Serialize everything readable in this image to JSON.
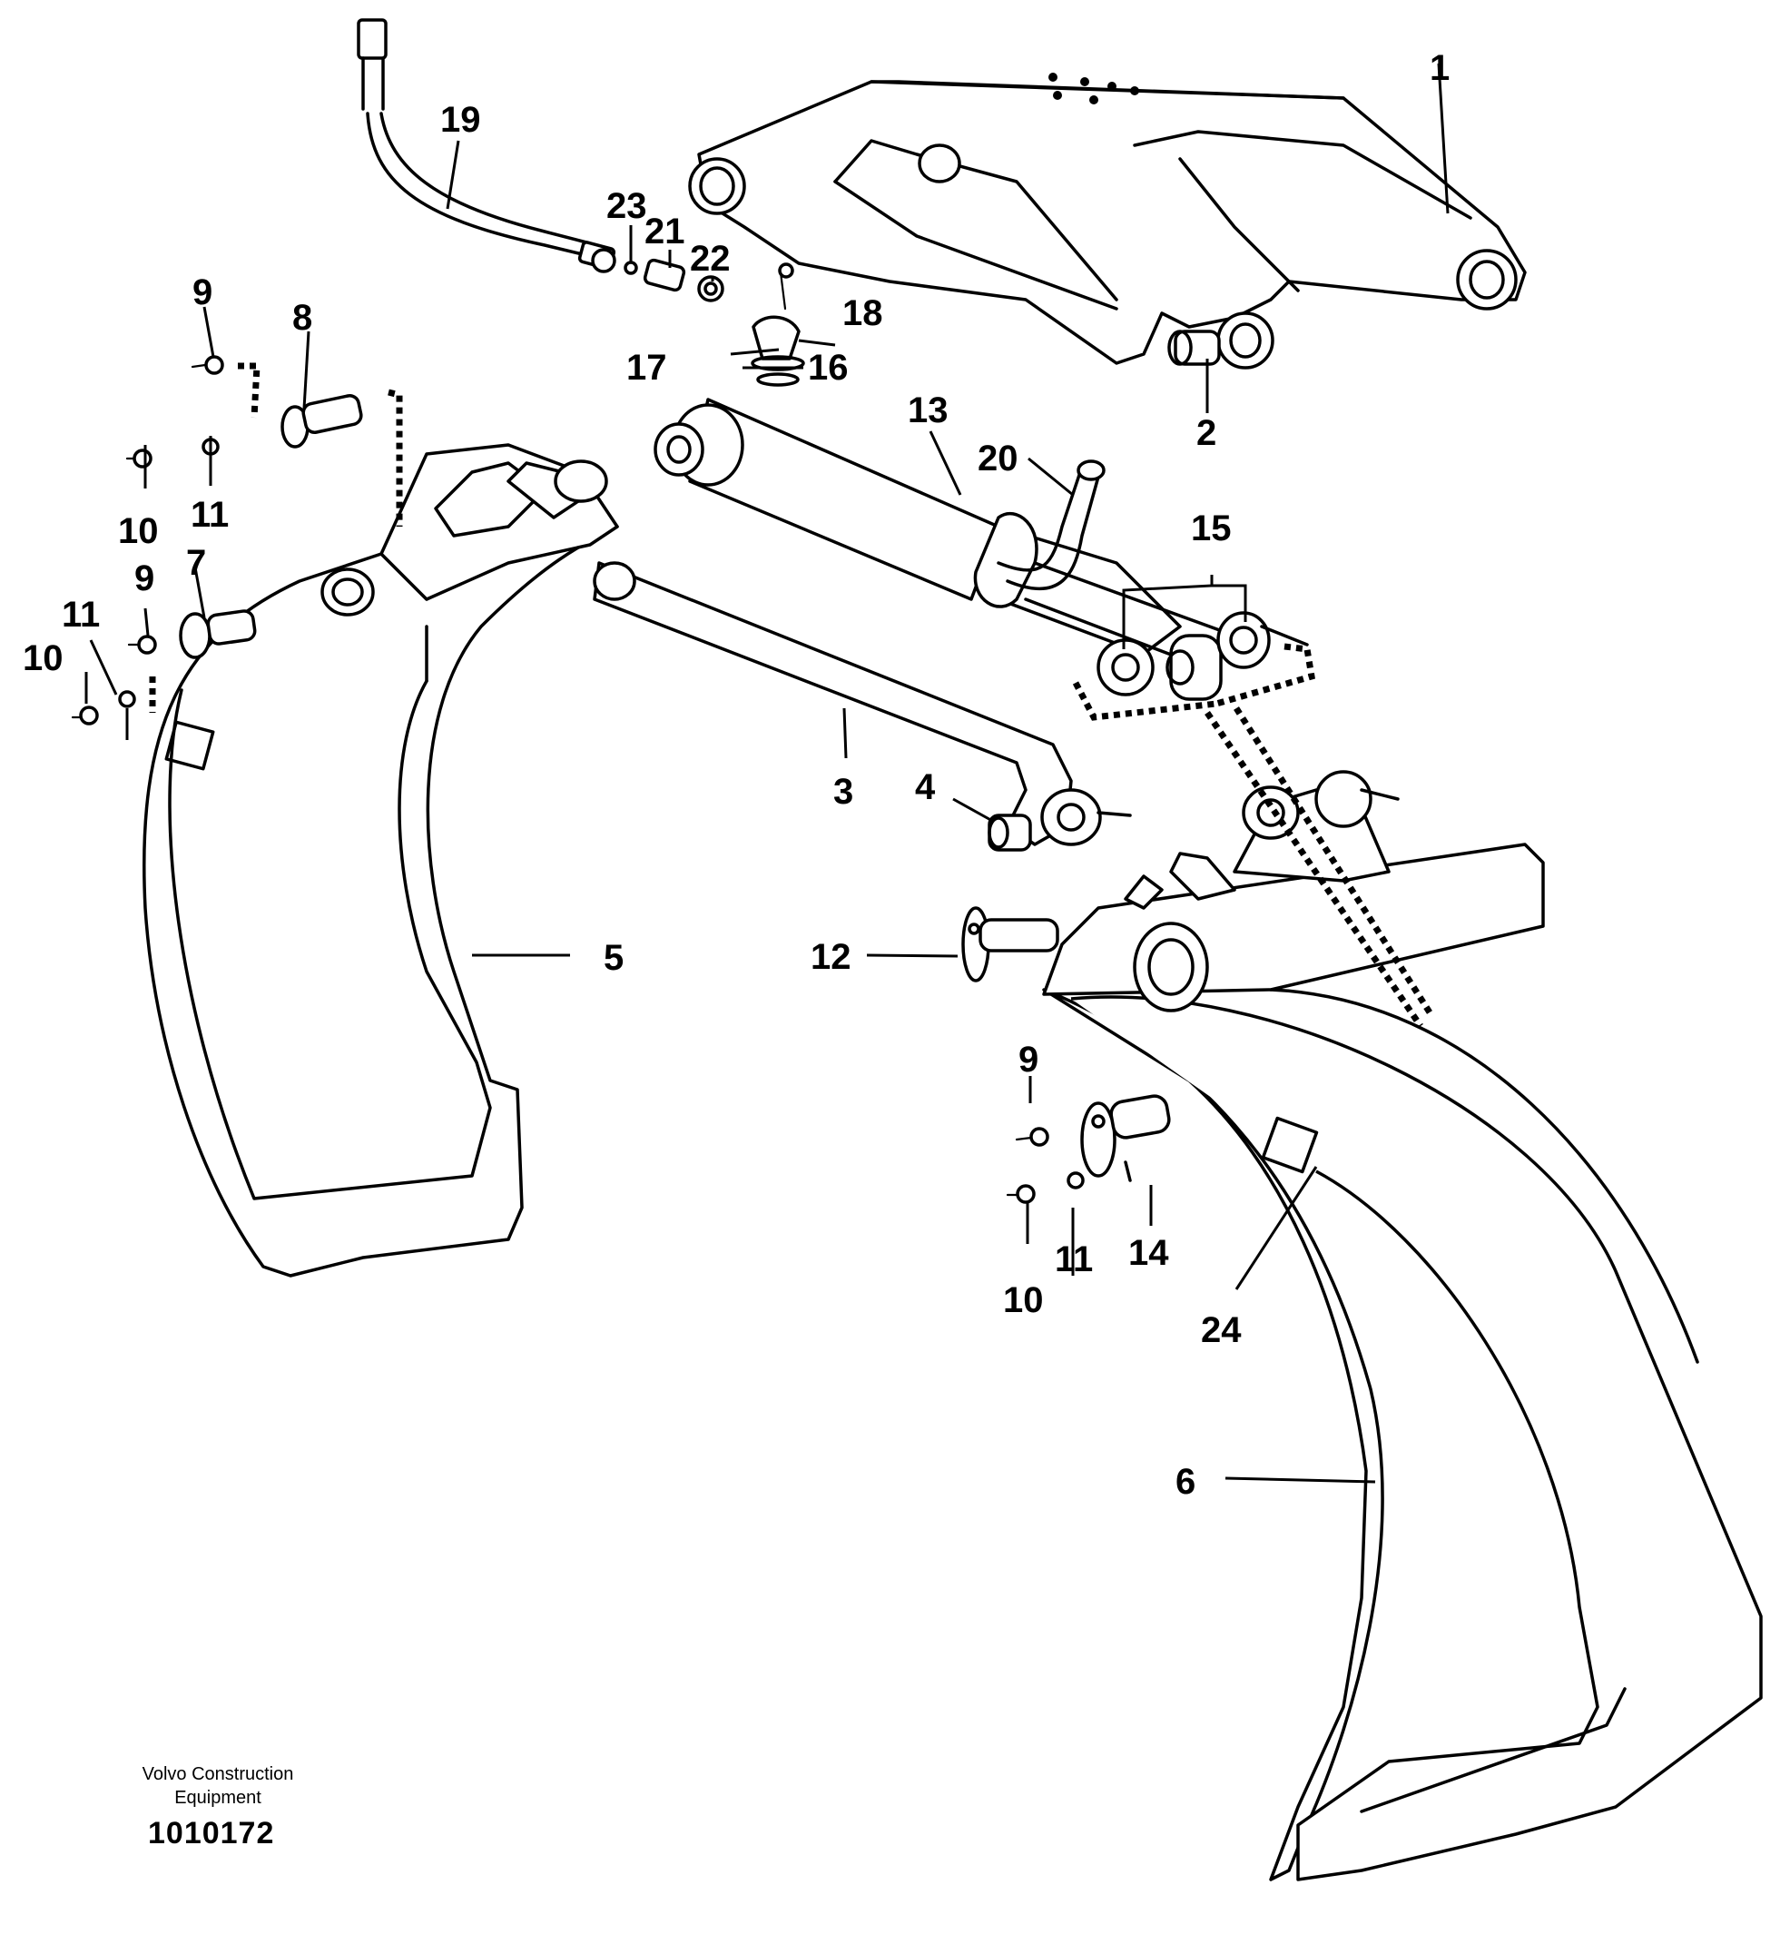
{
  "callouts": {
    "c1": "1",
    "c2": "2",
    "c3": "3",
    "c4": "4",
    "c5": "5",
    "c6": "6",
    "c7": "7",
    "c8": "8",
    "c9a": "9",
    "c9b": "9",
    "c9c": "9",
    "c10a": "10",
    "c10b": "10",
    "c10c": "10",
    "c11a": "11",
    "c11b": "11",
    "c11c": "11",
    "c12": "12",
    "c13": "13",
    "c14": "14",
    "c15": "15",
    "c16": "16",
    "c17": "17",
    "c18": "18",
    "c19": "19",
    "c20": "20",
    "c21": "21",
    "c22": "22",
    "c23": "23",
    "c24": "24"
  },
  "footer": {
    "brand_line1": "Volvo Construction",
    "brand_line2": "Equipment",
    "part_number": "1010172"
  }
}
